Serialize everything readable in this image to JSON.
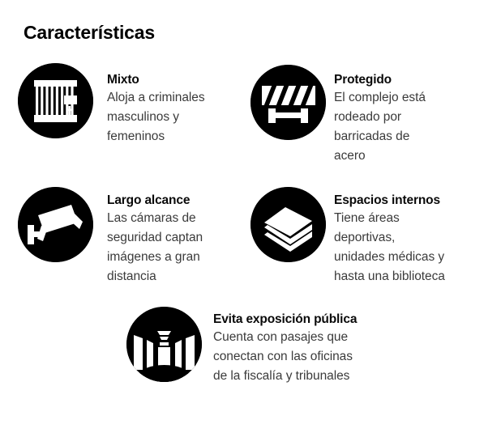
{
  "page": {
    "title": "Características",
    "background_color": "#ffffff",
    "heading_color": "#0a0a0a",
    "body_color": "#3b3b3b",
    "badge_color": "#000000"
  },
  "features": [
    {
      "id": "mixto",
      "icon": "jail-cell-icon",
      "heading": "Mixto",
      "body_lines": [
        "Aloja a criminales",
        "masculinos y",
        "femeninos"
      ]
    },
    {
      "id": "protegido",
      "icon": "barricade-icon",
      "heading": "Protegido",
      "body_lines": [
        "El complejo está",
        "rodeado por",
        "barricadas de",
        "acero"
      ]
    },
    {
      "id": "largo-alcance",
      "icon": "security-camera-icon",
      "heading": "Largo alcance",
      "body_lines": [
        "Las cámaras de",
        "seguridad captan",
        "imágenes a gran",
        "distancia"
      ]
    },
    {
      "id": "espacios",
      "icon": "book-stack-icon",
      "heading": "Espacios internos",
      "body_lines": [
        "Tiene áreas",
        "deportivas,",
        "unidades médicas y",
        "hasta una biblioteca"
      ]
    },
    {
      "id": "evita",
      "icon": "tunnel-passage-icon",
      "heading": "Evita exposición pública",
      "body_lines": [
        "Cuenta con pasajes que",
        "conectan con las oficinas",
        "de la fiscalía y tribunales"
      ]
    }
  ]
}
